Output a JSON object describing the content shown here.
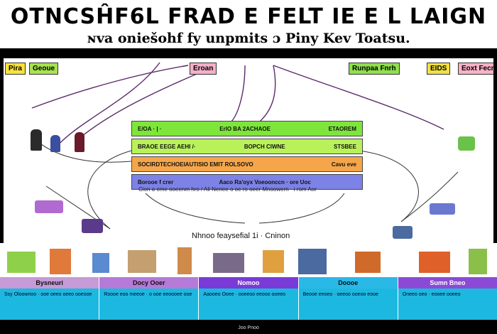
{
  "header": {
    "title": "OTNCSĤF6L FRAD E FELT IE E L LAIGN",
    "subtitle": "ɴva oniešohf fy unpmits ɔ Piny Kev Toatsu."
  },
  "tags": {
    "left_1": "Pira",
    "left_2": "Geoue",
    "center_1": "Eroan",
    "right_1": "Runpaa Fnrh",
    "right_2": "EIDS",
    "right_3": "Eoxt Fecn"
  },
  "bands": [
    {
      "left": "E/OA · | ·",
      "mid": "ErlO BA 2ACHAOE",
      "right": "ETAOREM",
      "color": "#7ee63a"
    },
    {
      "left": "BRAOE EEGE AEHI /·",
      "mid": "BOPCH CIWNE",
      "right": "STSBEE",
      "color": "#b9f15a"
    },
    {
      "left": "SOCIRDTECHOEIAUTISIO EMIT ROLSOVO",
      "mid": "",
      "right": "Cavu eve",
      "color": "#f5a64a"
    },
    {
      "left": "Borooe f crer",
      "mid": "Aaco Ra'oyx Voeoonccn · ore Uoc",
      "right": "",
      "color": "#7d82e6"
    }
  ],
  "center_note": "Cion a eme ooeenm hro / Ali Nenee o oe ro oeer Mnoowern · i rom Aor",
  "bottom_note": "Nhnoo feaysefial 1i · Cninon",
  "columns": [
    {
      "head": "Bysneuri",
      "body": "Ssy Oloownoo · ooe oeeo oeeo ooeooe",
      "color": "#1db8e0"
    },
    {
      "head": "Docy Ooer",
      "body": "Roooe eoo meeoe · o ooe eeoooee ooe",
      "color": "#1db8e0"
    },
    {
      "head": "Nomoo",
      "body": "Aaooeo Ooee · ooeeoo eeooo ooeeo",
      "color": "#7a3ad8"
    },
    {
      "head": "Doooe",
      "body": "Beooe eeoeo · oeeoo ooeoo eooe",
      "color": "#2ab8e6"
    },
    {
      "head": "Sumn Bneo",
      "body": "Oneeo oeo · eooee ooeeo",
      "color": "#8b4ad6"
    }
  ],
  "footer": "Joo Pnoo"
}
